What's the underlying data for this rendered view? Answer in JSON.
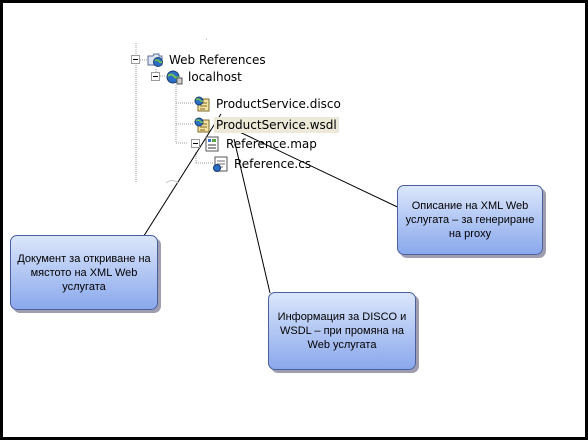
{
  "tree": {
    "root_label": "Web References",
    "host_label": "localhost",
    "items": [
      {
        "label": "ProductService.disco"
      },
      {
        "label": "ProductService.wsdl"
      },
      {
        "label": "Reference.map"
      },
      {
        "label": "Reference.cs"
      }
    ]
  },
  "callouts": {
    "wsdl_description": "Описание на XML Web услугата – за генериране на proxy",
    "disco_document": "Документ за откриване на мястото на XML Web услугата",
    "map_info": "Информация за DISCO и WSDL – при промяна на Web услугата"
  },
  "colors": {
    "callout_fill_top": "#dbe6fb",
    "callout_fill_bottom": "#8aa8ec",
    "callout_border": "#4a5f9c",
    "selection_bg": "#ece9d8"
  }
}
